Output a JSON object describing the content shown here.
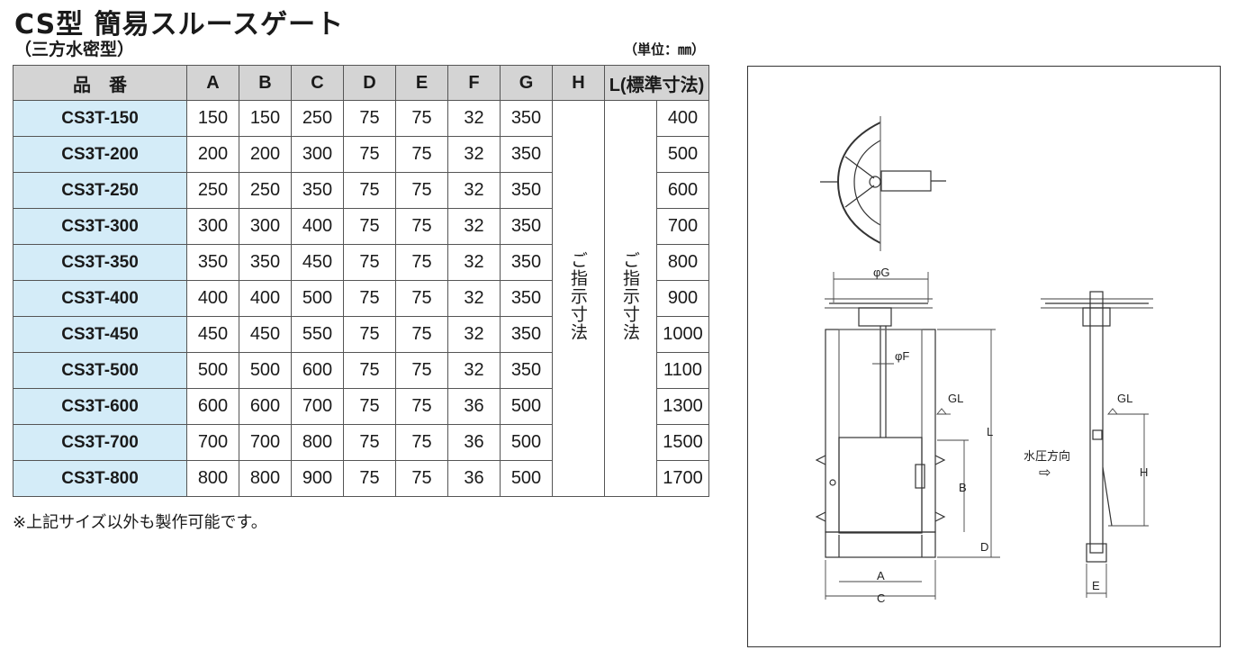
{
  "header": {
    "title": "CS型 簡易スルースゲート",
    "subtitle": "（三方水密型）",
    "unit": "（単位：㎜）"
  },
  "table": {
    "columns": [
      "品　番",
      "A",
      "B",
      "C",
      "D",
      "E",
      "F",
      "G",
      "H",
      "L(標準寸法)"
    ],
    "rows": [
      {
        "model": "CS3T-150",
        "A": "150",
        "B": "150",
        "C": "250",
        "D": "75",
        "E": "75",
        "F": "32",
        "G": "350",
        "L": "400"
      },
      {
        "model": "CS3T-200",
        "A": "200",
        "B": "200",
        "C": "300",
        "D": "75",
        "E": "75",
        "F": "32",
        "G": "350",
        "L": "500"
      },
      {
        "model": "CS3T-250",
        "A": "250",
        "B": "250",
        "C": "350",
        "D": "75",
        "E": "75",
        "F": "32",
        "G": "350",
        "L": "600"
      },
      {
        "model": "CS3T-300",
        "A": "300",
        "B": "300",
        "C": "400",
        "D": "75",
        "E": "75",
        "F": "32",
        "G": "350",
        "L": "700"
      },
      {
        "model": "CS3T-350",
        "A": "350",
        "B": "350",
        "C": "450",
        "D": "75",
        "E": "75",
        "F": "32",
        "G": "350",
        "L": "800"
      },
      {
        "model": "CS3T-400",
        "A": "400",
        "B": "400",
        "C": "500",
        "D": "75",
        "E": "75",
        "F": "32",
        "G": "350",
        "L": "900"
      },
      {
        "model": "CS3T-450",
        "A": "450",
        "B": "450",
        "C": "550",
        "D": "75",
        "E": "75",
        "F": "32",
        "G": "350",
        "L": "1000"
      },
      {
        "model": "CS3T-500",
        "A": "500",
        "B": "500",
        "C": "600",
        "D": "75",
        "E": "75",
        "F": "32",
        "G": "350",
        "L": "1100"
      },
      {
        "model": "CS3T-600",
        "A": "600",
        "B": "600",
        "C": "700",
        "D": "75",
        "E": "75",
        "F": "36",
        "G": "500",
        "L": "1300"
      },
      {
        "model": "CS3T-700",
        "A": "700",
        "B": "700",
        "C": "800",
        "D": "75",
        "E": "75",
        "F": "36",
        "G": "500",
        "L": "1500"
      },
      {
        "model": "CS3T-800",
        "A": "800",
        "B": "800",
        "C": "900",
        "D": "75",
        "E": "75",
        "F": "36",
        "G": "500",
        "L": "1700"
      }
    ],
    "h_note": "ご指示寸法",
    "l_note": "ご指示寸法"
  },
  "footnote": "※上記サイズ以外も製作可能です。",
  "diagram": {
    "labels": {
      "phi_g": "φG",
      "phi_f": "φF",
      "gl_left": "GL",
      "gl_right": "GL",
      "L": "L",
      "B": "B",
      "D": "D",
      "A": "A",
      "C": "C",
      "H": "H",
      "E": "E",
      "pressure": "水圧方向",
      "arrow": "⇨"
    }
  }
}
